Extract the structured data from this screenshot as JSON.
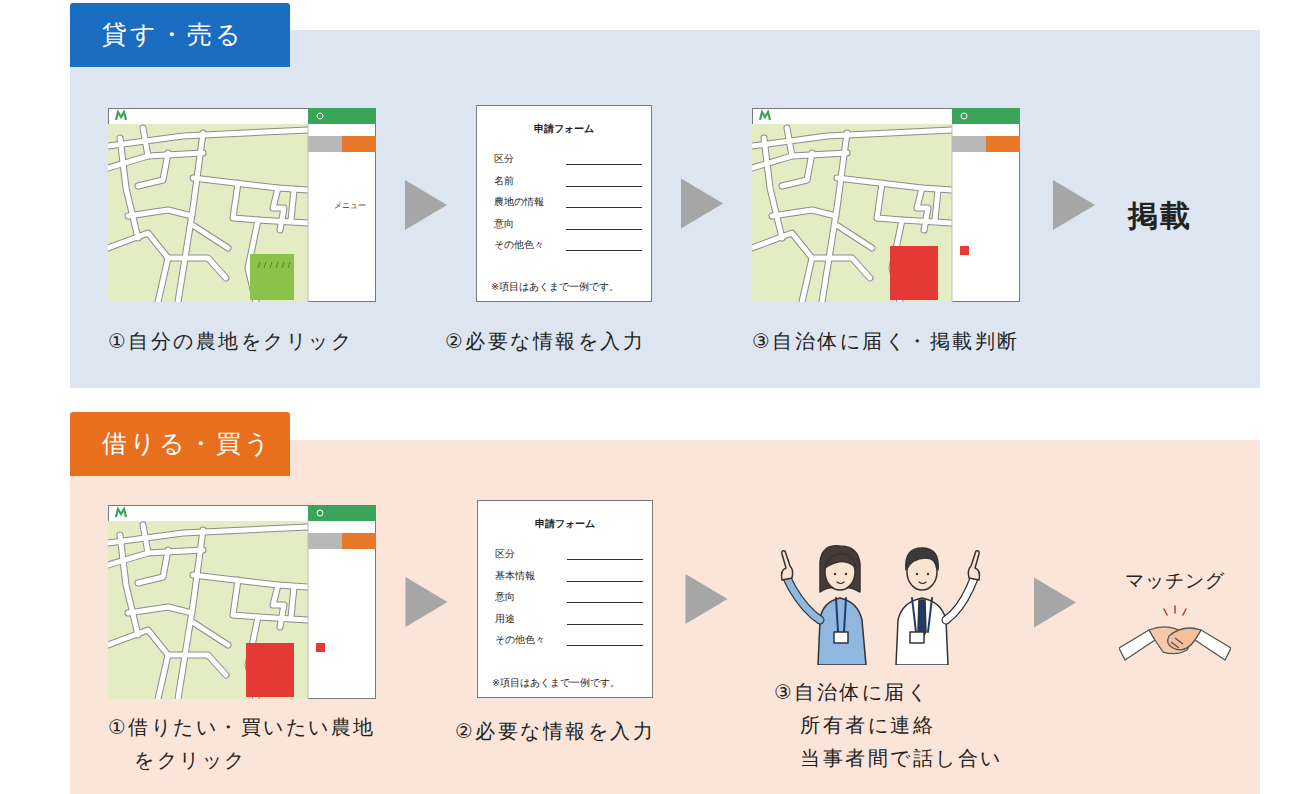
{
  "diagram": {
    "nodes": [
      {
        "text": [
          "貸す・売る"
        ]
      },
      {
        "text": [
          "メニュー",
          "①自分の農地をクリック"
        ],
        "in": 0
      },
      {
        "text": [
          "申請フォーム",
          "区分",
          "名前",
          "農地の情報",
          "意向",
          "その他色々",
          "※項目はあくまで一例です。",
          "②必要な情報を入力"
        ],
        "in": 0
      },
      {
        "text": [
          "③自治体に届く・掲載判断"
        ],
        "in": 0
      },
      {
        "text": [
          "掲載"
        ],
        "in": 0
      },
      {
        "text": [
          "借りる・買う"
        ]
      },
      {
        "text": [
          "①借りたい・買いたい農地 をクリック"
        ],
        "in": 5
      },
      {
        "text": [
          "申請フォーム",
          "区分",
          "基本情報",
          "意向",
          "用途",
          "その他色々",
          "※項目はあくまで一例です。",
          "②必要な情報を入力"
        ],
        "in": 5
      },
      {
        "text": [
          "③自治体に届く 所有者に連絡 当事者間で話し合い"
        ],
        "in": 5
      },
      {
        "text": [
          "マッチング"
        ],
        "in": 5
      }
    ],
    "edges": [
      {
        "from": 1,
        "to": 2,
        "arrow": "to"
      },
      {
        "from": 2,
        "to": 3,
        "arrow": "to"
      },
      {
        "from": 3,
        "to": 4,
        "arrow": "to"
      },
      {
        "from": 6,
        "to": 7,
        "arrow": "to"
      },
      {
        "from": 7,
        "to": 8,
        "arrow": "to"
      },
      {
        "from": 8,
        "to": 9,
        "arrow": "to"
      }
    ]
  }
}
